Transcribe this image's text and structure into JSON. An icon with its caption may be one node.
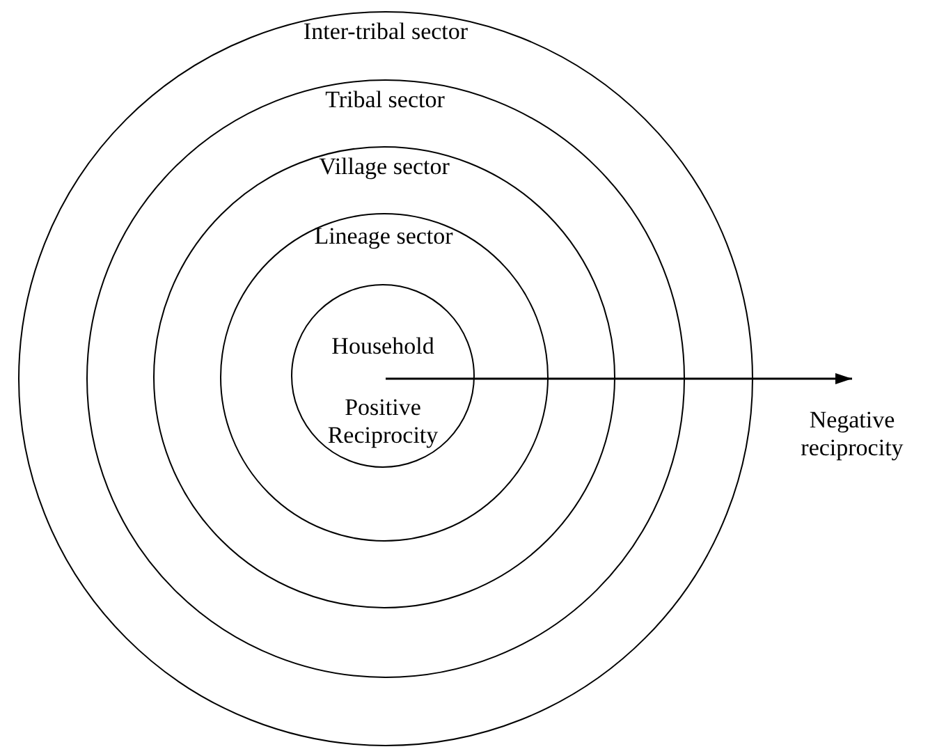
{
  "diagram": {
    "nodes": [
      {
        "text": [
          "Inter-tribal sector"
        ]
      },
      {
        "text": [
          "Tribal sector"
        ],
        "in": 0
      },
      {
        "text": [
          "Village sector"
        ],
        "in": 1
      },
      {
        "text": [
          "Lineage sector"
        ],
        "in": 2
      },
      {
        "text": [
          "Household",
          "Positive Reciprocity"
        ],
        "in": 3
      },
      {
        "text": [
          "Negative reciprocity"
        ]
      }
    ],
    "edges": [
      {
        "from": 4,
        "to": 5,
        "arrow": "to"
      }
    ]
  }
}
